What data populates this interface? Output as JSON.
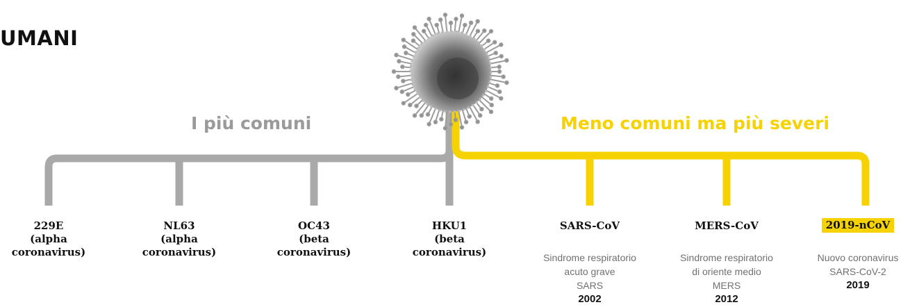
{
  "title": "UMANI",
  "groups": {
    "common": {
      "label": "I più comuni",
      "color": "#9a9a9a"
    },
    "severe": {
      "label": "Meno comuni ma più severi",
      "color": "#f6d200"
    }
  },
  "nodes": [
    {
      "name": "229E",
      "line2": "(alpha",
      "line3": "coronavirus)"
    },
    {
      "name": "NL63",
      "line2": "(alpha",
      "line3": "coronavirus)"
    },
    {
      "name": "OC43",
      "line2": "(beta",
      "line3": "coronavirus)"
    },
    {
      "name": "HKU1",
      "line2": "(beta",
      "line3": "coronavirus)"
    },
    {
      "name": "SARS-CoV",
      "desc1": "Sindrome respiratorio",
      "desc2": "acuto grave",
      "desc3": "SARS",
      "year": "2002"
    },
    {
      "name": "MERS-CoV",
      "desc1": "Sindrome respiratorio",
      "desc2": "di oriente medio",
      "desc3": "MERS",
      "year": "2012"
    },
    {
      "name": "2019-nCoV",
      "desc1": "Nuovo coronavirus",
      "desc2": "SARS-CoV-2",
      "year": "2019"
    }
  ],
  "image": {
    "icon": "coronavirus-icon"
  }
}
